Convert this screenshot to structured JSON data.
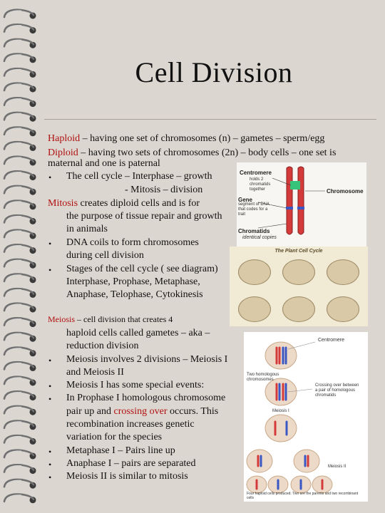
{
  "title": "Cell Division",
  "content": {
    "haploid_term": "Haploid",
    "haploid_def": " – having one set of chromosomes (n) – gametes – sperm/egg",
    "diploid_term": "Diploid",
    "diploid_def_1": " – having two sets of chromosomes (2n) – body cells – one set is",
    "diploid_def_2": "maternal and one is paternal",
    "cycle_1": "The cell cycle – Interphase – growth",
    "cycle_2": "- Mitosis – division",
    "mitosis_term": "Mitosis",
    "mitosis_def_1": " creates diploid cells and is for",
    "mitosis_def_2": "the purpose of tissue repair and growth",
    "mitosis_def_3": "in animals",
    "dna_1": "DNA coils to form chromosomes",
    "dna_2": "during cell division",
    "stages_1": "Stages of the cell cycle ( see diagram)",
    "stages_2": "Interphase, Prophase, Metaphase,",
    "stages_3": "Anaphase, Telophase, Cytokinesis",
    "meiosis_term": "Meiosis",
    "meiosis_def_1": " – cell division that creates 4",
    "meiosis_def_2": "haploid cells called gametes – aka –",
    "meiosis_def_3": "reduction division",
    "m_b1_1": "Meiosis involves 2 divisions – Meiosis I",
    "m_b1_2": "and Meiosis II",
    "m_b2": "Meiosis I has some special events:",
    "m_b3_1": "In Prophase I homologous chromosome",
    "m_b3_2a": "pair up and ",
    "m_b3_2b": "crossing over",
    "m_b3_2c": " occurs.  This",
    "m_b3_3": "recombination increases genetic",
    "m_b3_4": "variation for the species",
    "m_b4": "Metaphase I – Pairs line up",
    "m_b5": "Anaphase I – pairs are separated",
    "m_b6": "Meiosis II is similar to mitosis",
    "bullet": "•"
  },
  "figure_chromosome": {
    "centromere": "Centromere",
    "centromere_sub": "holds 2 chromatids together",
    "chromosome": "Chromosome",
    "gene": "Gene",
    "gene_sub": "segment of DNA that codes for a trait",
    "chromatids": "Chromatids",
    "chromatids_sub": "identical copies"
  },
  "figure_cycle": {
    "title": "The Plant Cell Cycle"
  },
  "figure_meiosis": {
    "centromere": "Centromere",
    "homologous": "Two homologous chromosomes",
    "crossing": "Crossing over between a pair of homologous chromatids",
    "meiosis_i": "Meiosis I",
    "meiosis_ii": "Meiosis II",
    "caption": "Four haploid cells produced. Two are the parents and two recombinant cells"
  },
  "colors": {
    "accent_red": "#b01010",
    "background": "#dcd6d0",
    "chromatid_red": "#d43a3a",
    "chromatid_blue": "#3a57c4",
    "centromere_green": "#35c47a"
  }
}
